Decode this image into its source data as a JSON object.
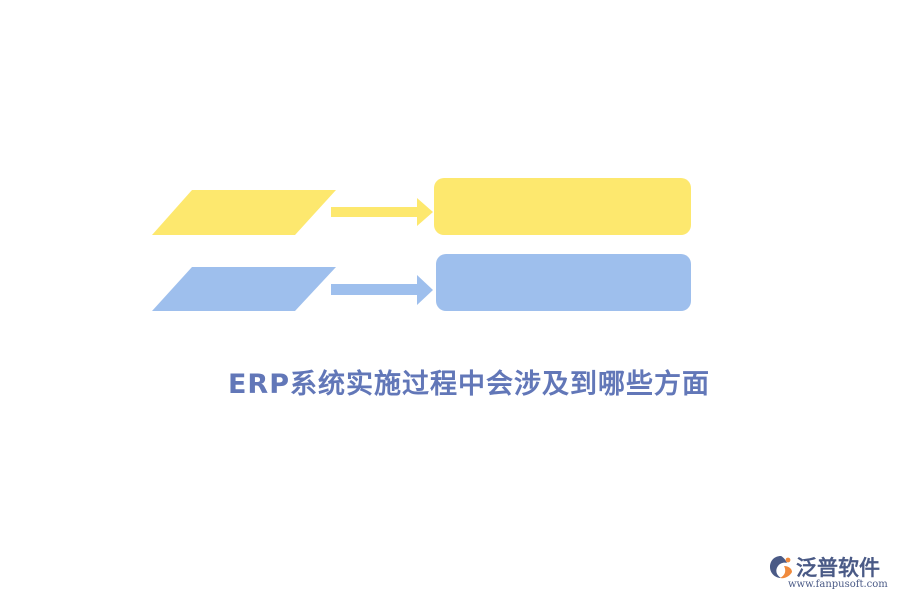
{
  "diagram": {
    "rows": [
      {
        "color": "#fde86e"
      },
      {
        "color": "#9ebfed"
      }
    ]
  },
  "title": "ERP系统实施过程中会涉及到哪些方面",
  "logo": {
    "name": "泛普软件",
    "url": "www.fanpusoft.com"
  }
}
